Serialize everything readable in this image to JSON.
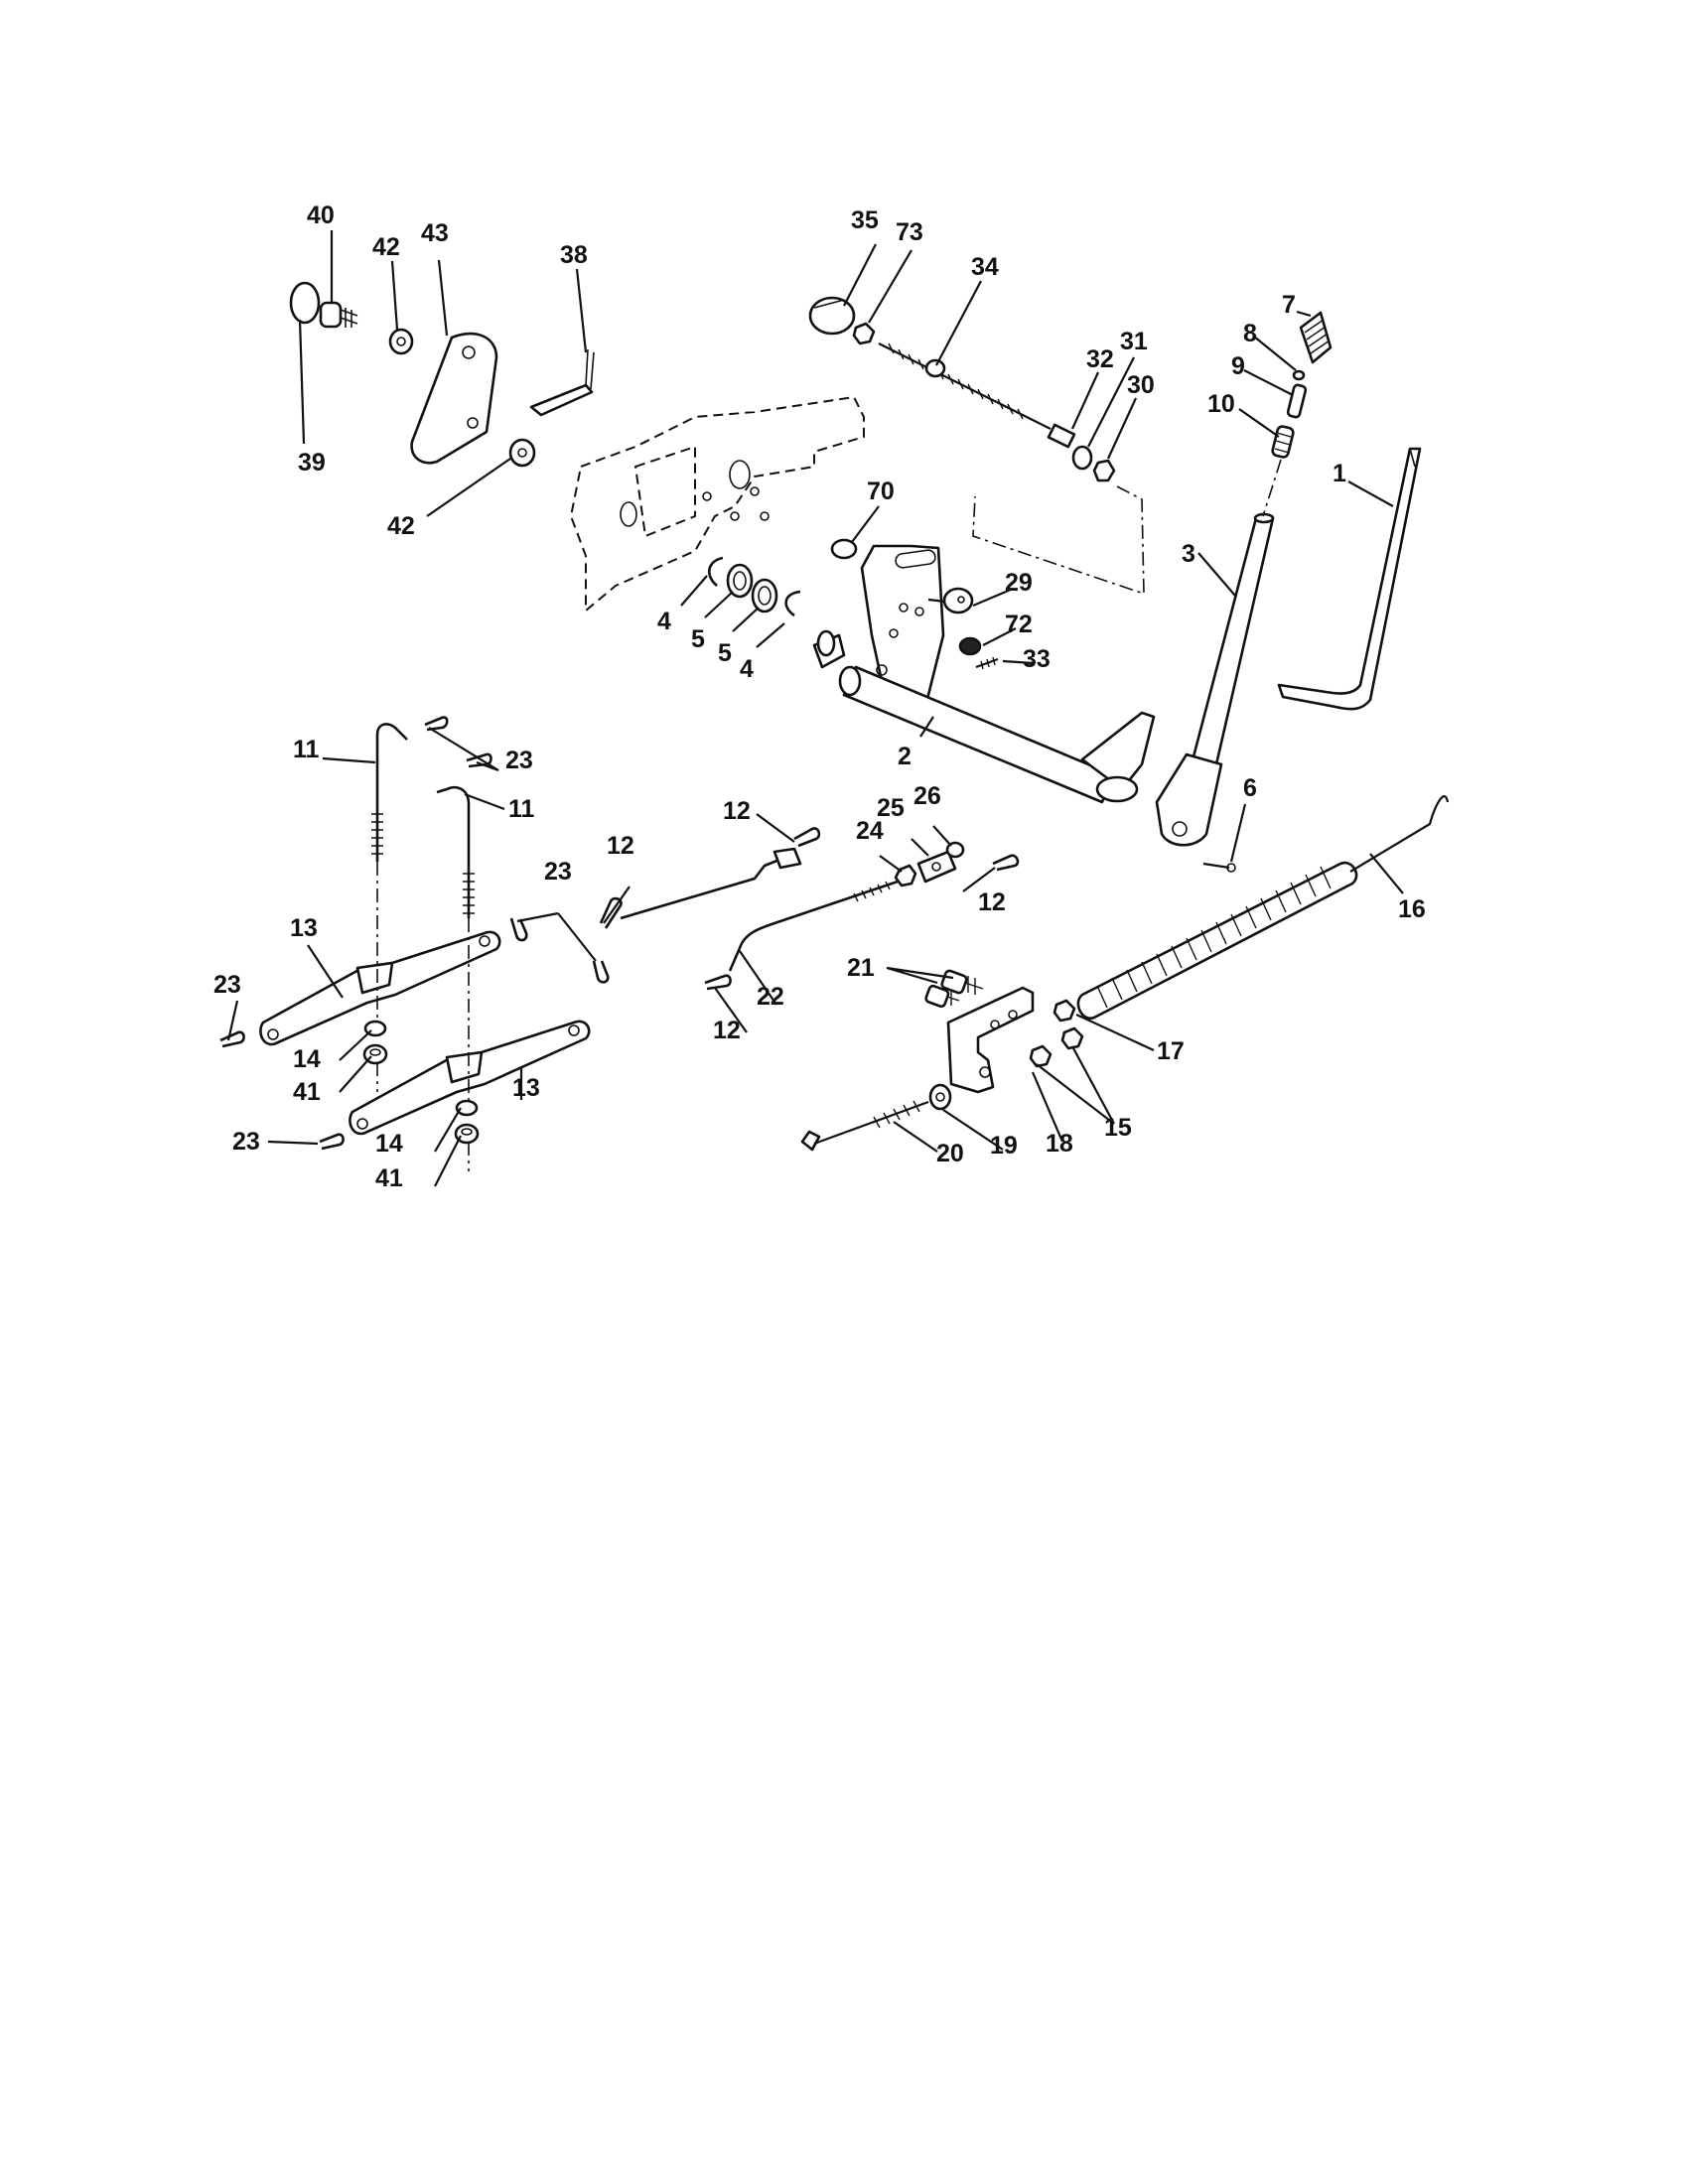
{
  "diagram": {
    "callouts": {
      "p1": "1",
      "p2": "2",
      "p3": "3",
      "p4a": "4",
      "p4b": "4",
      "p5a": "5",
      "p5b": "5",
      "p6": "6",
      "p7": "7",
      "p8": "8",
      "p9": "9",
      "p10": "10",
      "p11a": "11",
      "p11b": "11",
      "p12a": "12",
      "p12b": "12",
      "p12c": "12",
      "p12d": "12",
      "p13a": "13",
      "p13b": "13",
      "p14a": "14",
      "p14b": "14",
      "p15": "15",
      "p16": "16",
      "p17": "17",
      "p18": "18",
      "p19": "19",
      "p20": "20",
      "p21": "21",
      "p22": "22",
      "p23a": "23",
      "p23b": "23",
      "p23c": "23",
      "p23d": "23",
      "p24": "24",
      "p25": "25",
      "p26": "26",
      "p29": "29",
      "p30": "30",
      "p31": "31",
      "p32": "32",
      "p33": "33",
      "p34": "34",
      "p35": "35",
      "p38": "38",
      "p39": "39",
      "p40": "40",
      "p41a": "41",
      "p41b": "41",
      "p42a": "42",
      "p42b": "42",
      "p43": "43",
      "p70": "70",
      "p72": "72",
      "p73": "73"
    }
  }
}
